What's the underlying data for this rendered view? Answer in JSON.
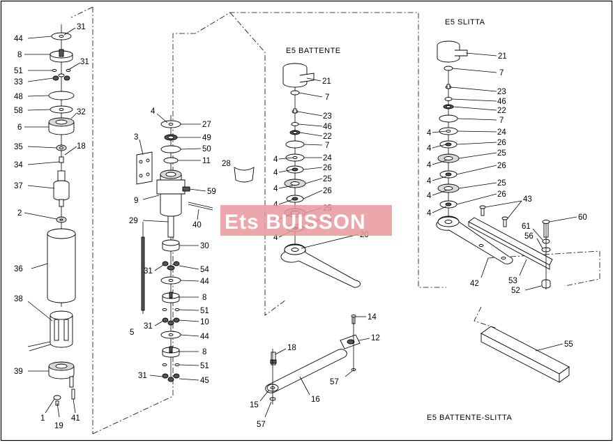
{
  "diagram": {
    "headers": {
      "battente": "E5 BATTENTE",
      "slitta": "E5 SLITTA",
      "footer": "E5 BATTENTE-SLITTA"
    },
    "watermark": "Ets BUISSON",
    "labels": {
      "c1_44": "44",
      "c1_31a": "31",
      "c1_8": "8",
      "c1_51": "51",
      "c1_31b": "31",
      "c1_33": "33",
      "c1_48": "48",
      "c1_58": "58",
      "c1_32": "32",
      "c1_6": "6",
      "c1_35": "35",
      "c1_18": "18",
      "c1_34": "34",
      "c1_37": "37",
      "c1_2": "2",
      "c1_36": "36",
      "c1_38": "38",
      "c1_39": "39",
      "c1_1": "1",
      "c1_19": "19",
      "c1_41": "41",
      "c2_4": "4",
      "c2_27": "27",
      "c2_49": "49",
      "c2_50": "50",
      "c2_11": "11",
      "c2_3": "3",
      "c2_28": "28",
      "c2_59": "59",
      "c2_9": "9",
      "c2_40": "40",
      "c2_29": "29",
      "c2_30": "30",
      "c2_31a": "31",
      "c2_54": "54",
      "c2_44a": "44",
      "c2_8a": "8",
      "c2_51a": "51",
      "c2_31b": "31",
      "c2_10": "10",
      "c2_5": "5",
      "c2_44b": "44",
      "c2_8b": "8",
      "c2_51b": "51",
      "c2_31c": "31",
      "c2_45": "45",
      "c3_21": "21",
      "c3_7a": "7",
      "c3_23": "23",
      "c3_46": "46",
      "c3_22": "22",
      "c3_7b": "7",
      "c3_4a": "4",
      "c3_24": "24",
      "c3_4b": "4",
      "c3_26a": "26",
      "c3_4c": "4",
      "c3_25a": "25",
      "c3_4d": "4",
      "c3_26b": "26",
      "c3_4e": "4",
      "c3_25b": "25",
      "c3_26c": "26",
      "c3_4f": "4",
      "c3_20": "20",
      "c3_14": "14",
      "c3_18": "18",
      "c3_12": "12",
      "c3_57a": "57",
      "c3_16": "16",
      "c3_15": "15",
      "c3_57b": "57",
      "c4_21": "21",
      "c4_7a": "7",
      "c4_23": "23",
      "c4_46": "46",
      "c4_22": "22",
      "c4_7b": "7",
      "c4_4a": "4",
      "c4_24": "24",
      "c4_4b": "4",
      "c4_26a": "26",
      "c4_4c": "4",
      "c4_25a": "25",
      "c4_4d": "4",
      "c4_26b": "26",
      "c4_4e": "4",
      "c4_25b": "25",
      "c4_26c": "26",
      "c4_4f": "4",
      "c4_43": "43",
      "c4_60": "60",
      "c4_61": "61",
      "c4_56": "56",
      "c4_53": "53",
      "c4_42": "42",
      "c4_52": "52",
      "c4_55": "55"
    }
  }
}
